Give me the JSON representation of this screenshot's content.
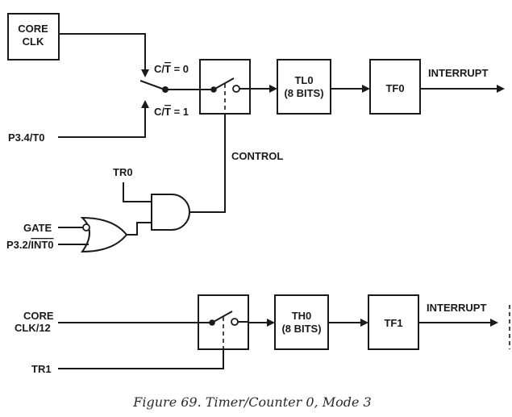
{
  "labels": {
    "core_clk": [
      "CORE",
      "CLK"
    ],
    "ct_zero_prefix": "C/",
    "ct_zero_bar": "T",
    "ct_zero_suffix": " = 0",
    "ct_one_prefix": "C/",
    "ct_one_bar": "T",
    "ct_one_suffix": " = 1",
    "p34_t0": "P3.4/T0",
    "tl0": [
      "TL0",
      "(8 BITS)"
    ],
    "tf0": "TF0",
    "interrupt_top": "INTERRUPT",
    "control": "CONTROL",
    "tr0": "TR0",
    "gate": "GATE",
    "p32_prefix": "P3.2/",
    "p32_bar": "INT0",
    "core_clk12": [
      "CORE",
      "CLK/12"
    ],
    "th0": [
      "TH0",
      "(8 BITS)"
    ],
    "tf1": "TF1",
    "interrupt_bottom": "INTERRUPT",
    "tr1": "TR1"
  },
  "caption": "Figure 69. Timer/Counter 0, Mode 3",
  "colors": {
    "line": "#1a1a1a",
    "background": "#ffffff"
  }
}
